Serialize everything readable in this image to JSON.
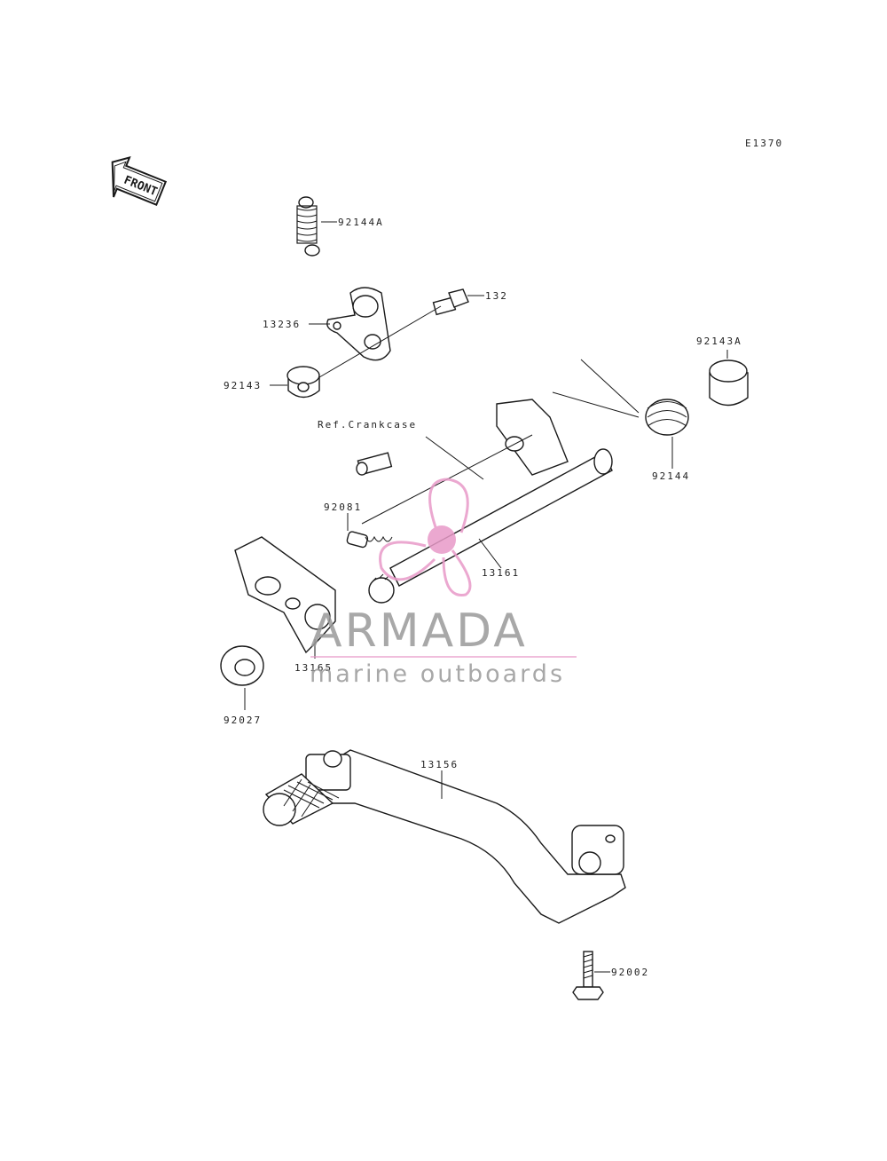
{
  "diagram": {
    "code": "E1370",
    "front_label": "FRONT",
    "reference_label": "Ref.Crankcase"
  },
  "parts": [
    {
      "id": "p1",
      "number": "92144A"
    },
    {
      "id": "p2",
      "number": "132"
    },
    {
      "id": "p3",
      "number": "13236"
    },
    {
      "id": "p4",
      "number": "92143A"
    },
    {
      "id": "p5",
      "number": "92143"
    },
    {
      "id": "p6",
      "number": "92144"
    },
    {
      "id": "p7",
      "number": "92081"
    },
    {
      "id": "p8",
      "number": "13161"
    },
    {
      "id": "p9",
      "number": "13165"
    },
    {
      "id": "p10",
      "number": "92027"
    },
    {
      "id": "p11",
      "number": "13156"
    },
    {
      "id": "p12",
      "number": "92002"
    }
  ],
  "watermark": {
    "brand": "ARMADA",
    "tagline": "marine outboards",
    "accent_color": "#e89ac8",
    "text_color": "#9a9a9a"
  }
}
